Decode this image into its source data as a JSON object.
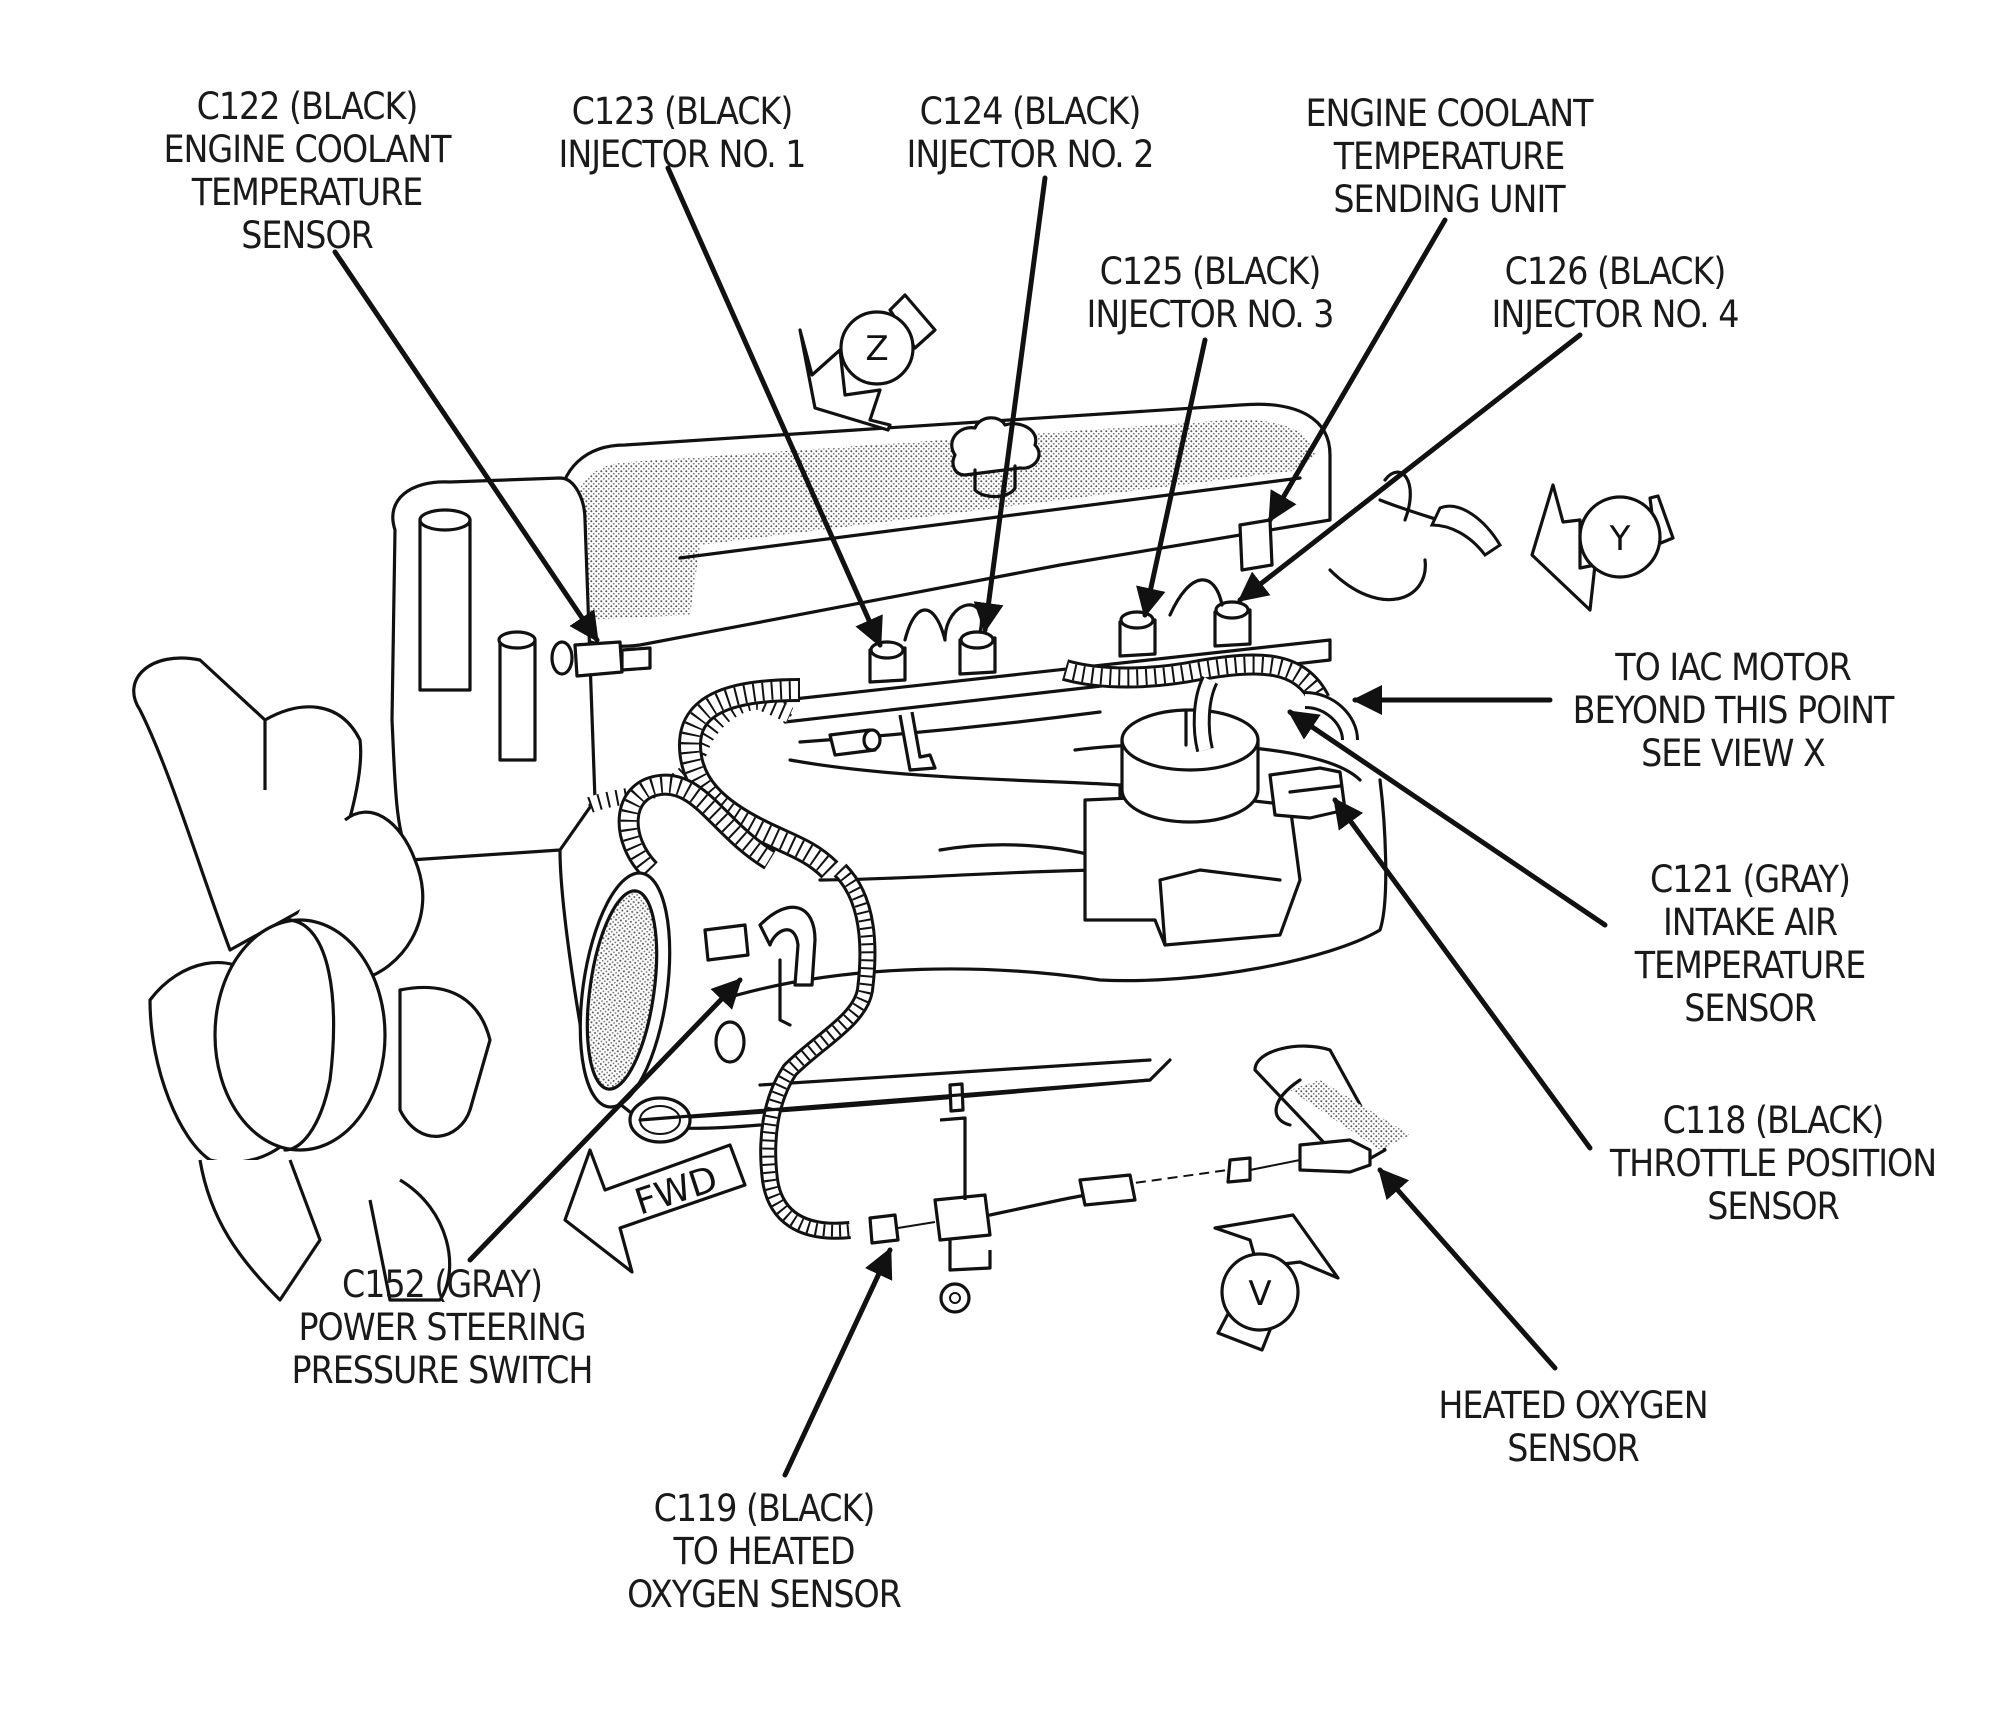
{
  "diagram": {
    "title": "Engine wiring connector locations",
    "labels": {
      "c122": [
        "C122 (BLACK)",
        "ENGINE COOLANT",
        "TEMPERATURE",
        "SENSOR"
      ],
      "c123": [
        "C123 (BLACK)",
        "INJECTOR NO. 1"
      ],
      "c124": [
        "C124 (BLACK)",
        "INJECTOR NO. 2"
      ],
      "ect_sending_unit": [
        "ENGINE COOLANT",
        "TEMPERATURE",
        "SENDING UNIT"
      ],
      "c125": [
        "C125 (BLACK)",
        "INJECTOR NO. 3"
      ],
      "c126": [
        "C126 (BLACK)",
        "INJECTOR NO. 4"
      ],
      "iac_motor": [
        "TO IAC MOTOR",
        "BEYOND THIS POINT",
        "SEE VIEW X"
      ],
      "c121": [
        "C121 (GRAY)",
        "INTAKE AIR",
        "TEMPERATURE",
        "SENSOR"
      ],
      "c118": [
        "C118 (BLACK)",
        "THROTTLE POSITION",
        "SENSOR"
      ],
      "heated_oxygen_sensor": [
        "HEATED OXYGEN",
        "SENSOR"
      ],
      "c152": [
        "C152 (GRAY)",
        "POWER STEERING",
        "PRESSURE SWITCH"
      ],
      "c119": [
        "C119 (BLACK)",
        "TO HEATED",
        "OXYGEN SENSOR"
      ]
    },
    "view_markers": {
      "z": "Z",
      "y": "Y",
      "v": "V"
    },
    "direction_arrow": "FWD"
  }
}
